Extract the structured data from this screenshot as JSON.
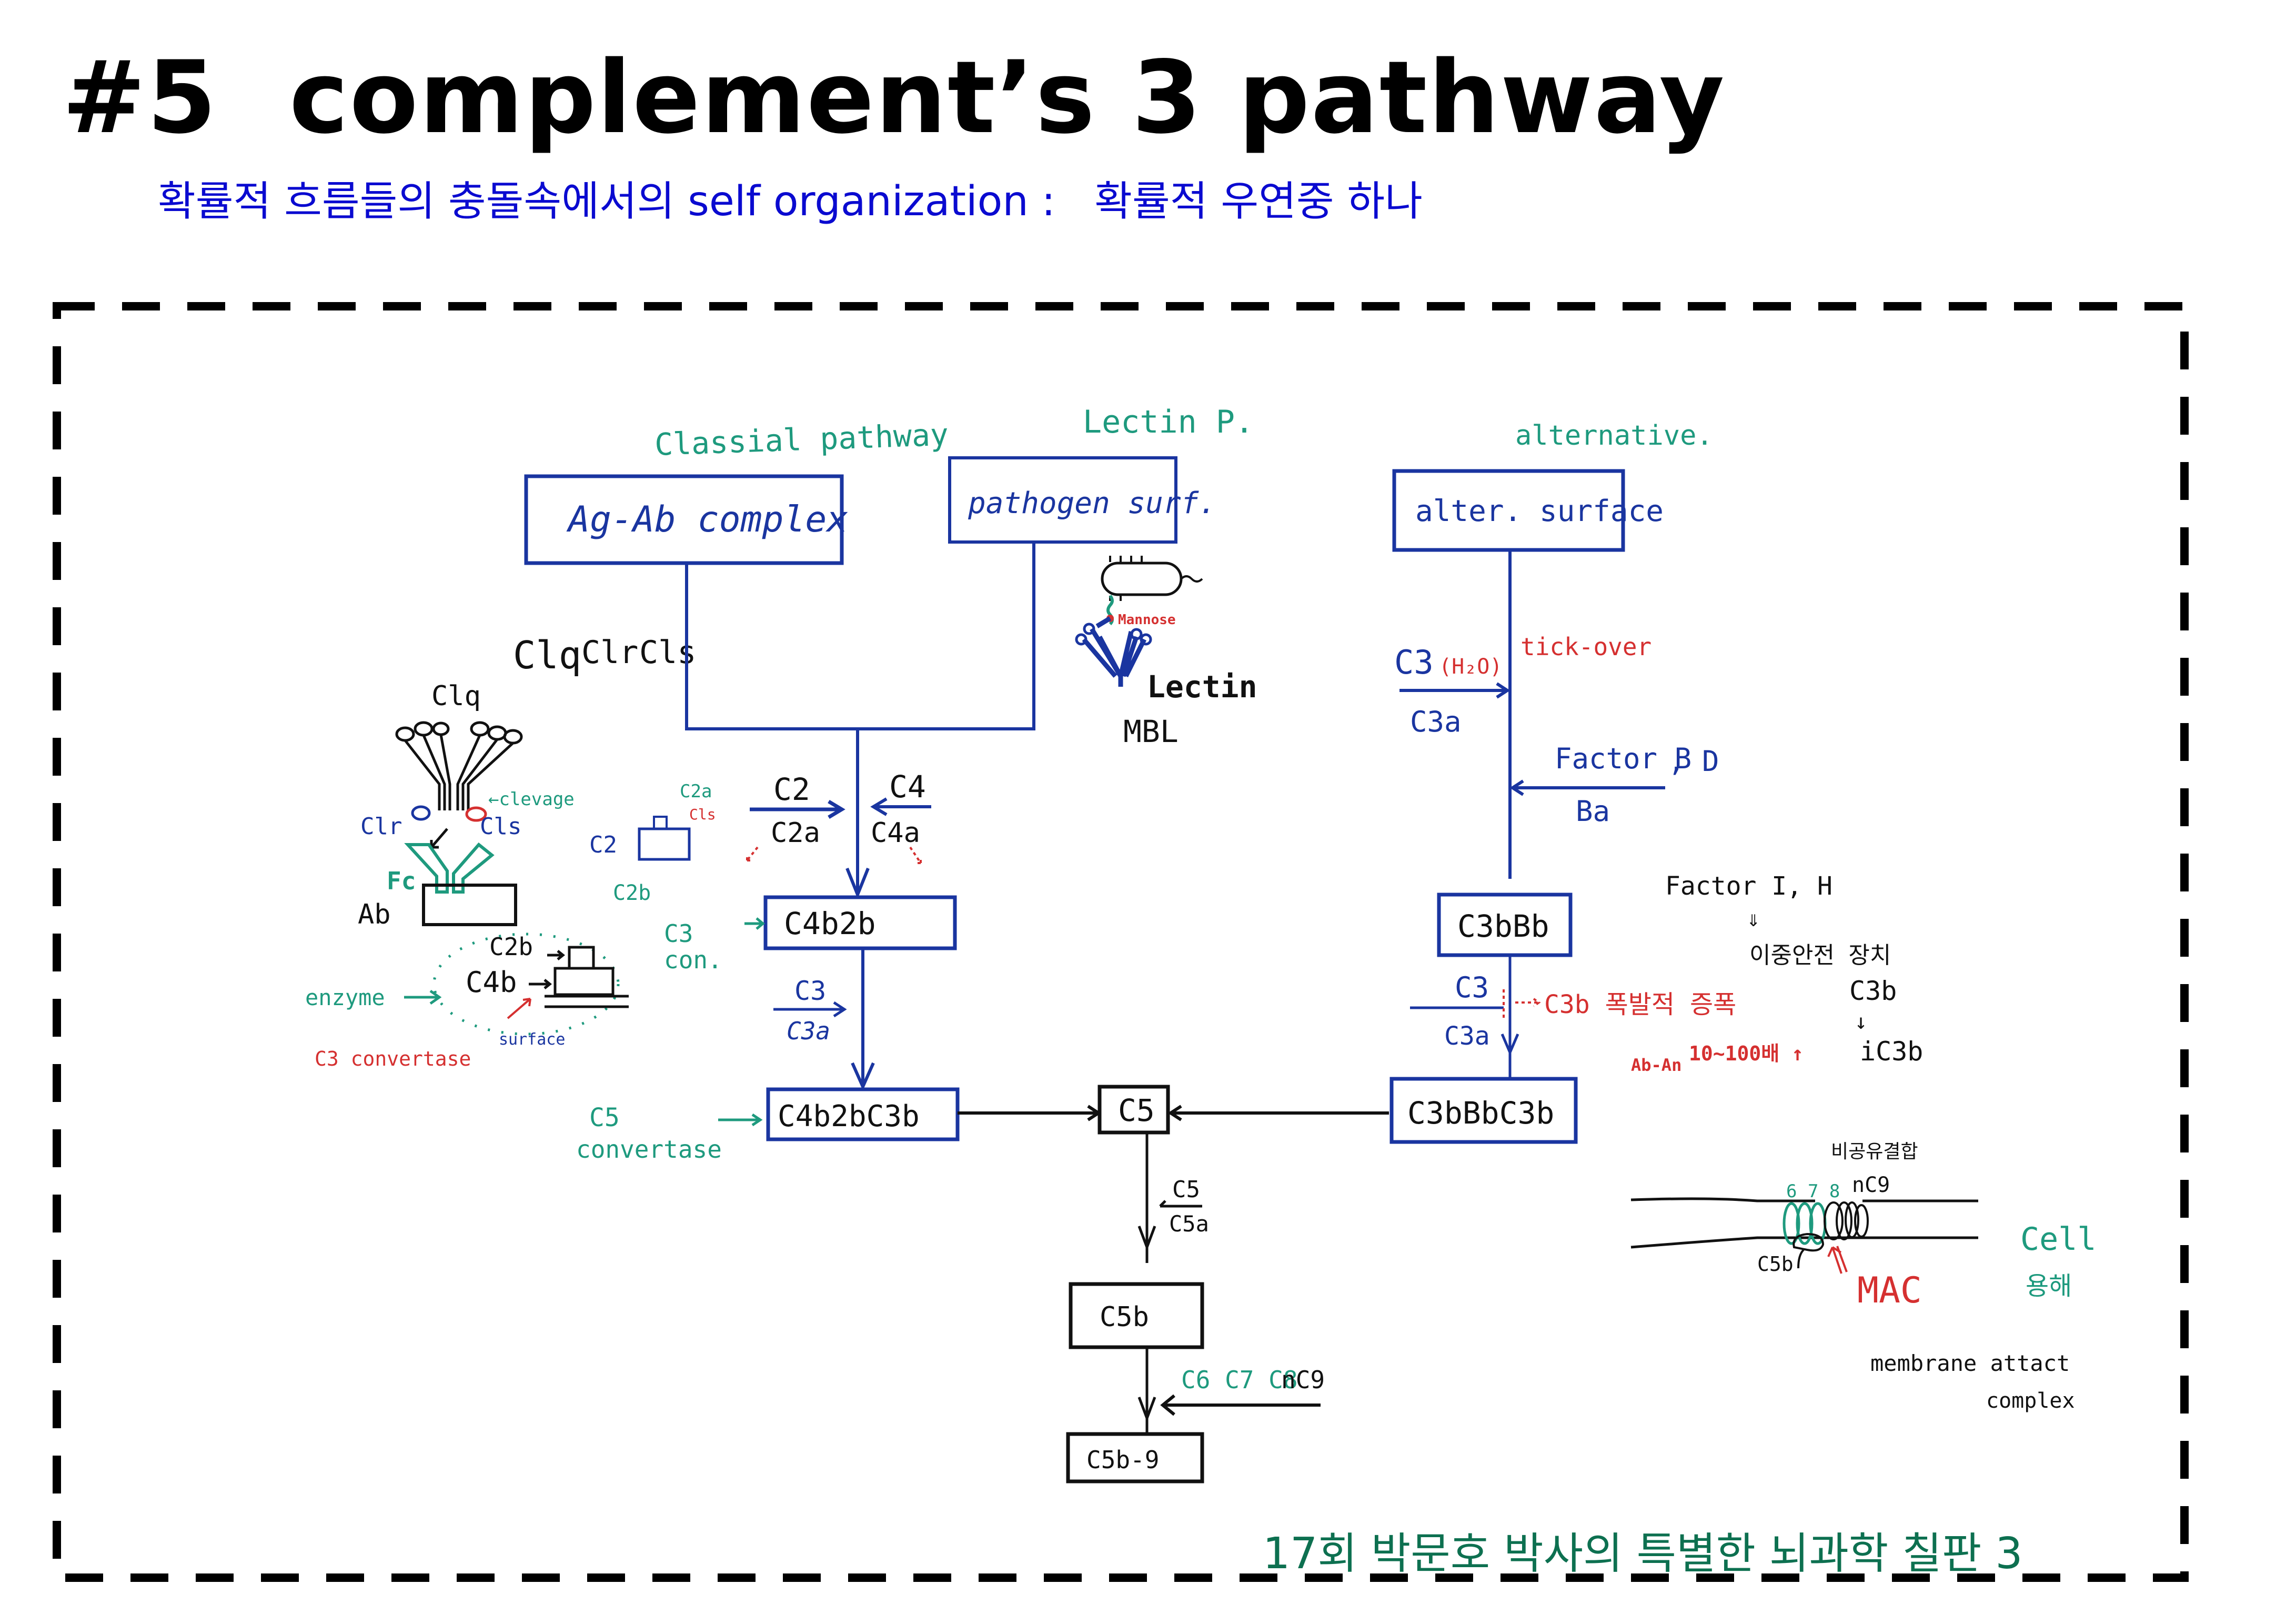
{
  "title": "#5  complement’s 3 pathway",
  "subtitle": "확률적 흐름들의 충돌속에서의 self organization :   확률적 우연중 하나",
  "footer": "17회 박문호 박사의 특별한 뇌과학 칠판 3",
  "colors": {
    "title": "#000000",
    "subtitle": "#0a0ad0",
    "footer": "#0d7050",
    "ink_blue": "#1a35a0",
    "ink_green": "#1e9a7e",
    "ink_red": "#d53030",
    "ink_black": "#111111",
    "border": "#000000"
  },
  "pathways": {
    "classical": {
      "label": "Classial pathway",
      "source_box": "Ag-Ab complex",
      "c1_components": [
        "Clq",
        "Clr",
        "Cls"
      ]
    },
    "lectin": {
      "label": "Lectin P.",
      "source_box": "pathogen surf.",
      "drawing_labels": [
        "Mannose",
        "Lectin",
        "MBL"
      ]
    },
    "alternative": {
      "label": "alternative.",
      "source_box": "alter. surface",
      "c3_input": "C3",
      "c3_input_sub": "(H₂O)",
      "c3_output": "C3a",
      "tick_over": "tick-over",
      "factor_input": "Factor B",
      "factor_input_extra": ", D",
      "factor_output": "Ba"
    }
  },
  "classical_chain": {
    "c2_in": "C2",
    "c2_out": "C2a",
    "c4_in": "C4",
    "c4_out": "C4a",
    "c3_convertase_box": "C4b2b",
    "c3_con_label": [
      "C3",
      "con."
    ],
    "c3_in": "C3",
    "c3_out": "C3a",
    "c5_convertase_box": "C4b2bC3b",
    "c5_convertase_label": [
      "C5",
      "convertase"
    ]
  },
  "alternative_chain": {
    "c3_convertase_box": "C3bBb",
    "c3_in": "C3",
    "c3_out": "C3a",
    "amplification": "C3b 폭발적 증폭",
    "amplification_note_1": "Ab-An",
    "amplification_note_2": "10~100배 ↑",
    "c5_convertase_box": "C3bBbC3b",
    "regulation": {
      "factor": "Factor  I, H",
      "arrow": "⇓",
      "desc": "이중안전 장치",
      "from": "C3b",
      "to": "iC3b"
    }
  },
  "terminal_chain": {
    "c5_box": "C5",
    "c5_in": "C5",
    "c5_out": "C5a",
    "c5b_box": "C5b",
    "late_components": "C6 C7 C8",
    "late_components_c9": "nC9",
    "mac_box": "C5b-9"
  },
  "classical_drawing": {
    "c1q": "Clq",
    "c1r": "Clr",
    "c1s": "Cls",
    "cleavage": "←clevage",
    "fc": "Fc",
    "ab": "Ab",
    "c2_small": "C2",
    "c2a_small": "C2a",
    "c1s_small": "Cls",
    "c2b_small": "C2b",
    "enzyme": "enzyme",
    "c2b_label": "C2b",
    "c4b_label": "C4b",
    "surface": "surface",
    "c3_convertase": "C3 convertase"
  },
  "mac_drawing": {
    "noncovalent": "비공유결합",
    "c678": "6 7 8",
    "nc9": "nC9",
    "c5b": "C5b",
    "mac": "MAC",
    "mac_full_1": "membrane attact",
    "mac_full_2": "complex",
    "cell": "Cell",
    "lysis": "용해"
  }
}
